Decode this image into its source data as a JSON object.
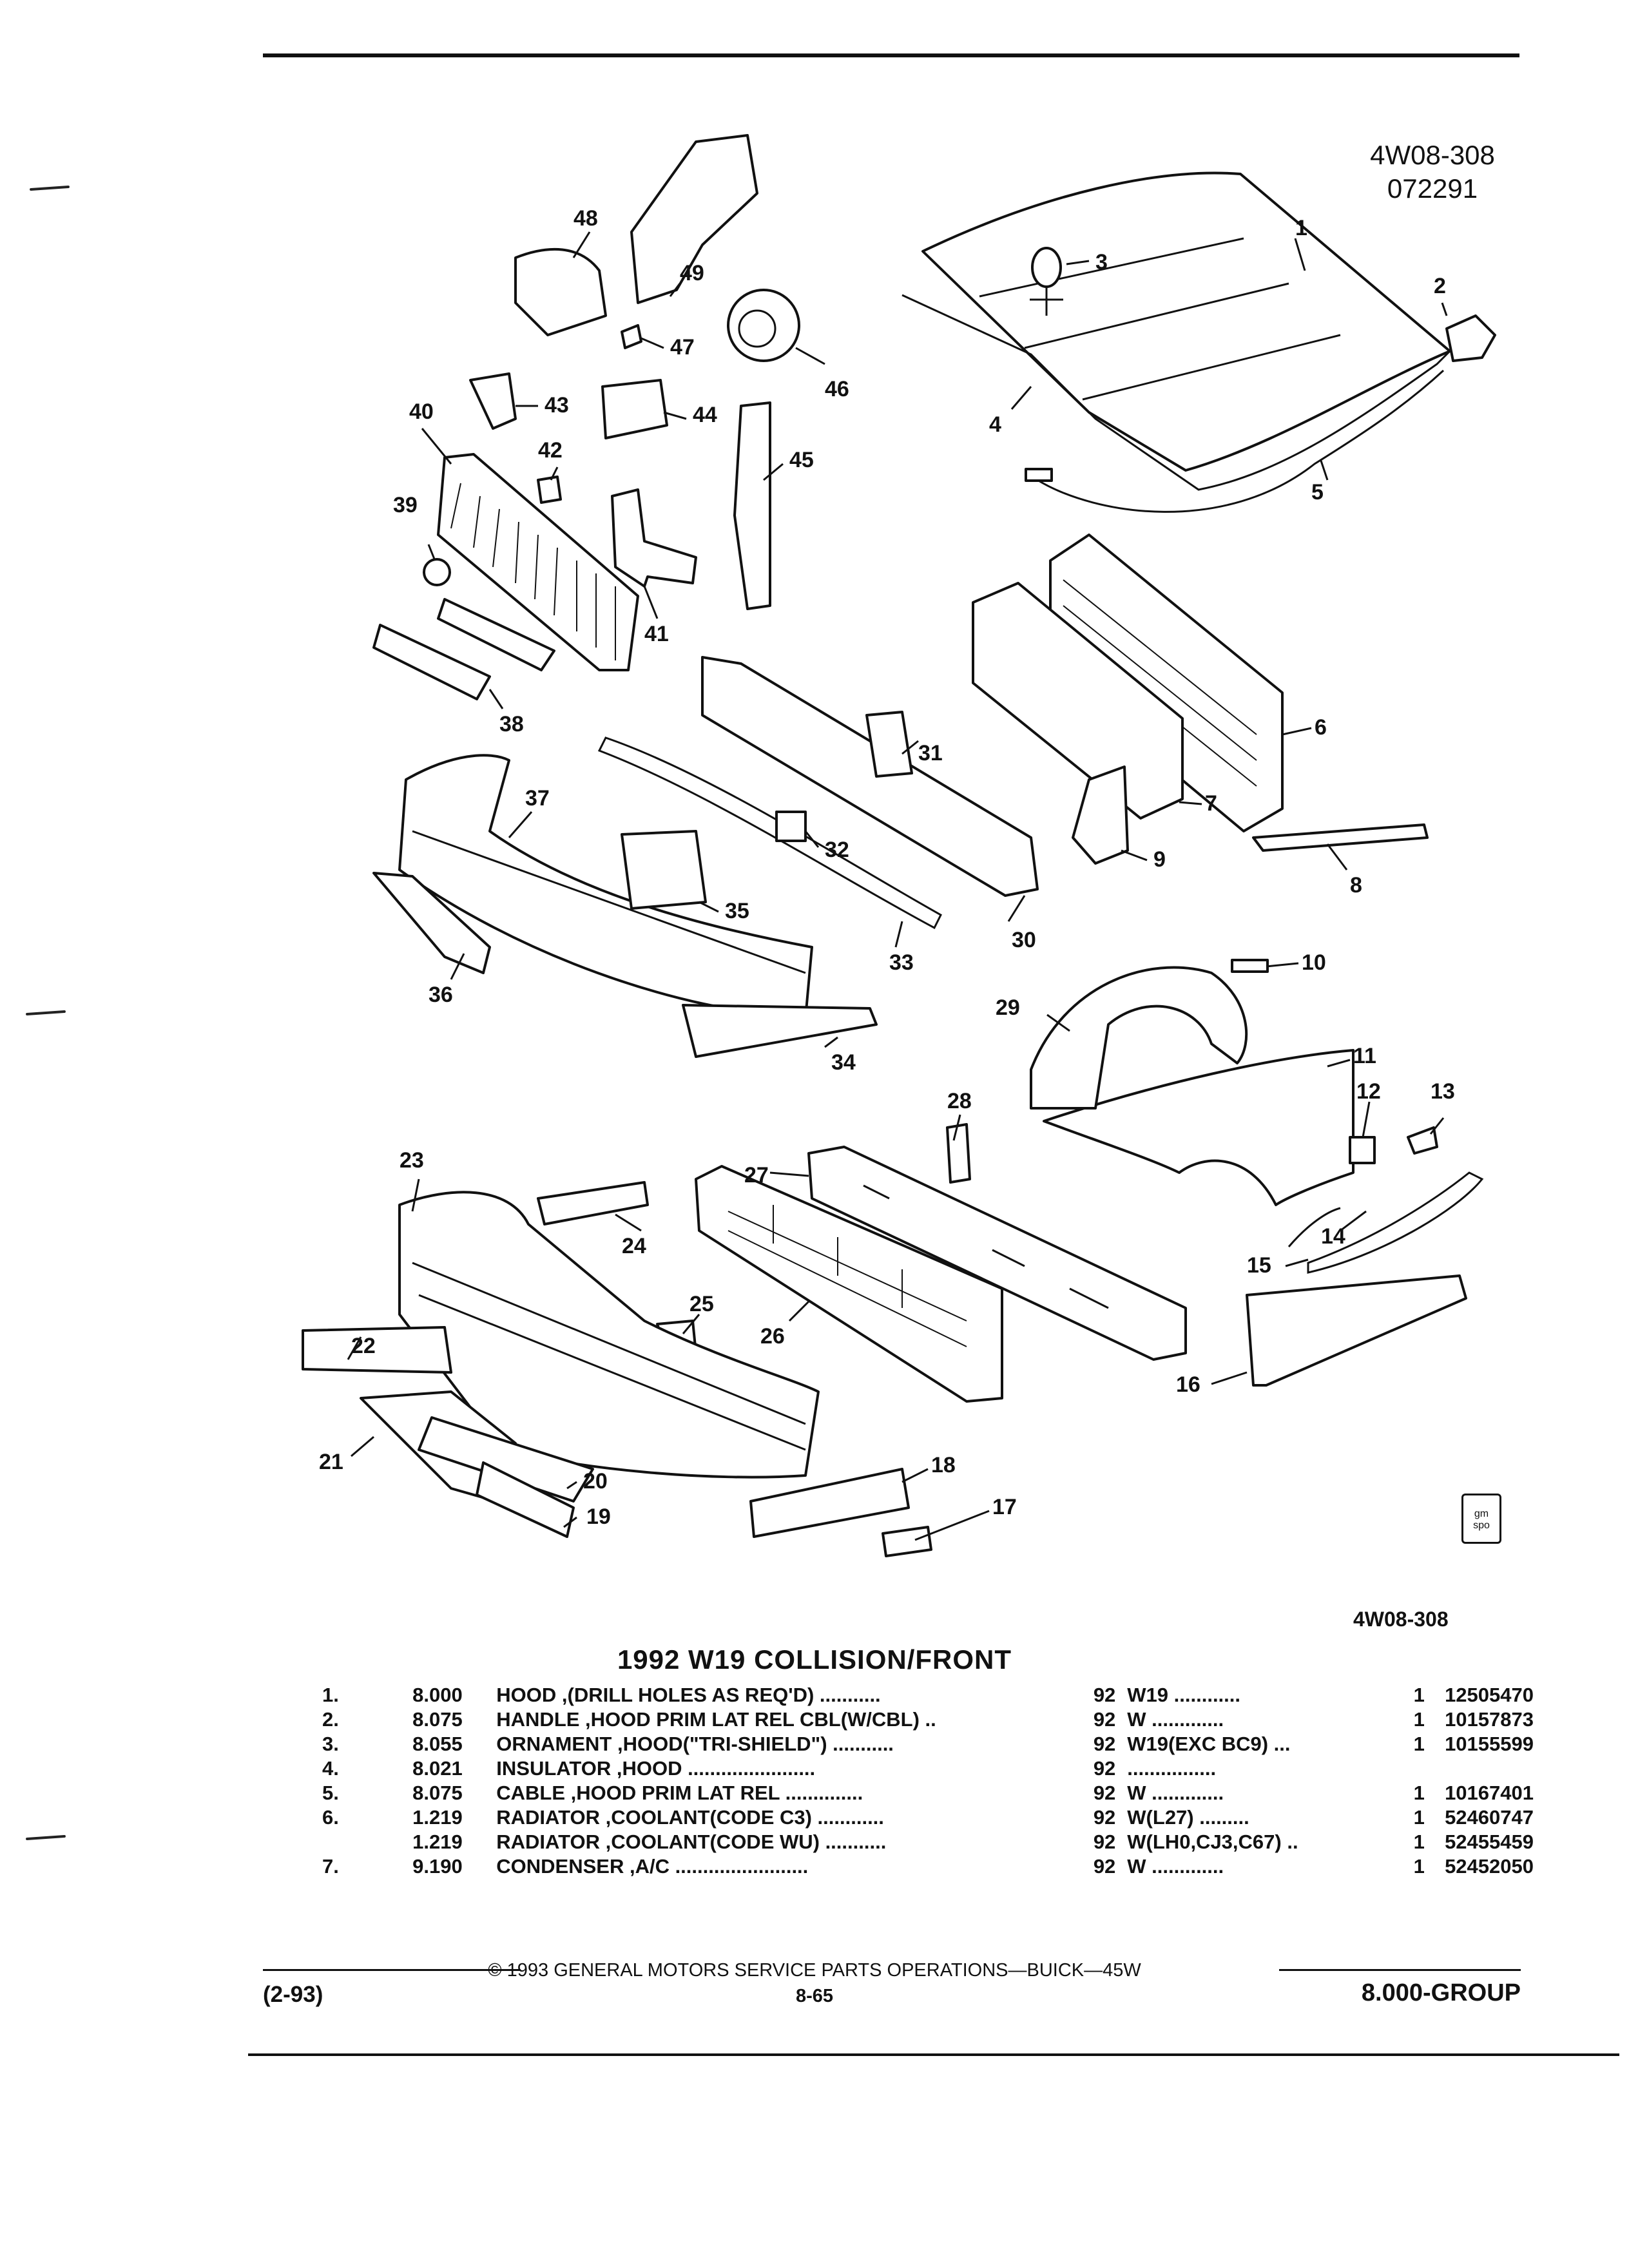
{
  "diagram": {
    "id": "4W08-308",
    "date_code": "072291",
    "id_bottom": "4W08-308",
    "badge_line1": "gm",
    "badge_line2": "spo",
    "callouts": [
      "1",
      "2",
      "3",
      "4",
      "5",
      "6",
      "7",
      "8",
      "9",
      "10",
      "11",
      "12",
      "13",
      "14",
      "15",
      "16",
      "17",
      "18",
      "19",
      "20",
      "21",
      "22",
      "23",
      "24",
      "25",
      "26",
      "27",
      "28",
      "29",
      "30",
      "31",
      "32",
      "33",
      "34",
      "35",
      "36",
      "37",
      "38",
      "39",
      "40",
      "41",
      "42",
      "43",
      "44",
      "45",
      "46",
      "47",
      "48",
      "49"
    ]
  },
  "catalog": {
    "title": "1992 W19 COLLISION/FRONT",
    "rows": [
      {
        "no": "1.",
        "group": "8.000",
        "desc": "HOOD ,(DRILL HOLES AS REQ'D) ...........",
        "year": "92",
        "model": "W19 ............",
        "qty": "1",
        "part": "12505470"
      },
      {
        "no": "2.",
        "group": "8.075",
        "desc": "HANDLE ,HOOD PRIM LAT REL CBL(W/CBL) ..",
        "year": "92",
        "model": "W .............",
        "qty": "1",
        "part": "10157873"
      },
      {
        "no": "3.",
        "group": "8.055",
        "desc": "ORNAMENT ,HOOD(\"TRI-SHIELD\") ...........",
        "year": "92",
        "model": "W19(EXC BC9) ...",
        "qty": "1",
        "part": "10155599"
      },
      {
        "no": "4.",
        "group": "8.021",
        "desc": "INSULATOR ,HOOD .......................",
        "year": "92",
        "model": "................",
        "qty": "",
        "part": ""
      },
      {
        "no": "5.",
        "group": "8.075",
        "desc": "CABLE ,HOOD PRIM LAT REL ..............",
        "year": "92",
        "model": "W .............",
        "qty": "1",
        "part": "10167401"
      },
      {
        "no": "6.",
        "group": "1.219",
        "desc": "RADIATOR ,COOLANT(CODE C3) ............",
        "year": "92",
        "model": "W(L27) .........",
        "qty": "1",
        "part": "52460747"
      },
      {
        "no": "",
        "group": "1.219",
        "desc": "RADIATOR ,COOLANT(CODE WU) ...........",
        "year": "92",
        "model": "W(LH0,CJ3,C67) ..",
        "qty": "1",
        "part": "52455459"
      },
      {
        "no": "7.",
        "group": "9.190",
        "desc": "CONDENSER ,A/C ........................",
        "year": "92",
        "model": "W .............",
        "qty": "1",
        "part": "52452050"
      }
    ]
  },
  "footer": {
    "copyright": "© 1993 GENERAL MOTORS SERVICE PARTS OPERATIONS—BUICK—45W",
    "date": "(2-93)",
    "page": "8-65",
    "group": "8.000-GROUP"
  }
}
